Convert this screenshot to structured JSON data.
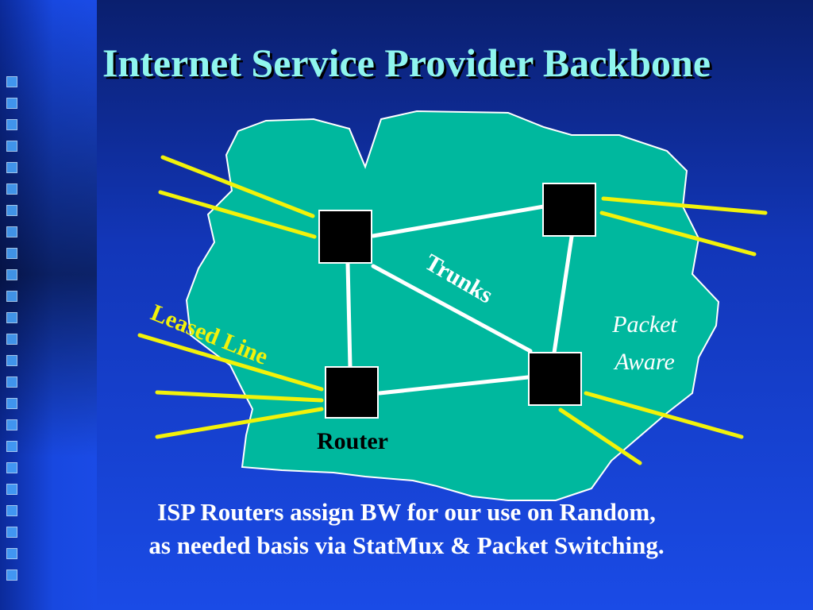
{
  "slide": {
    "title": "Internet Service Provider Backbone",
    "caption_line1": "ISP Routers assign BW for our use on Random,",
    "caption_line2": "as needed basis via StatMux & Packet Switching."
  },
  "diagram": {
    "labels": {
      "trunks": "Trunks",
      "leased_line": "Leased Line",
      "packet": "Packet",
      "aware": "Aware",
      "router": "Router"
    },
    "colors": {
      "cloud_fill": "#00b89e",
      "router_fill": "#000000",
      "trunk_color": "#ffffff",
      "leased_line_color": "#f2f20a",
      "title_color": "#8ff5ee"
    }
  }
}
